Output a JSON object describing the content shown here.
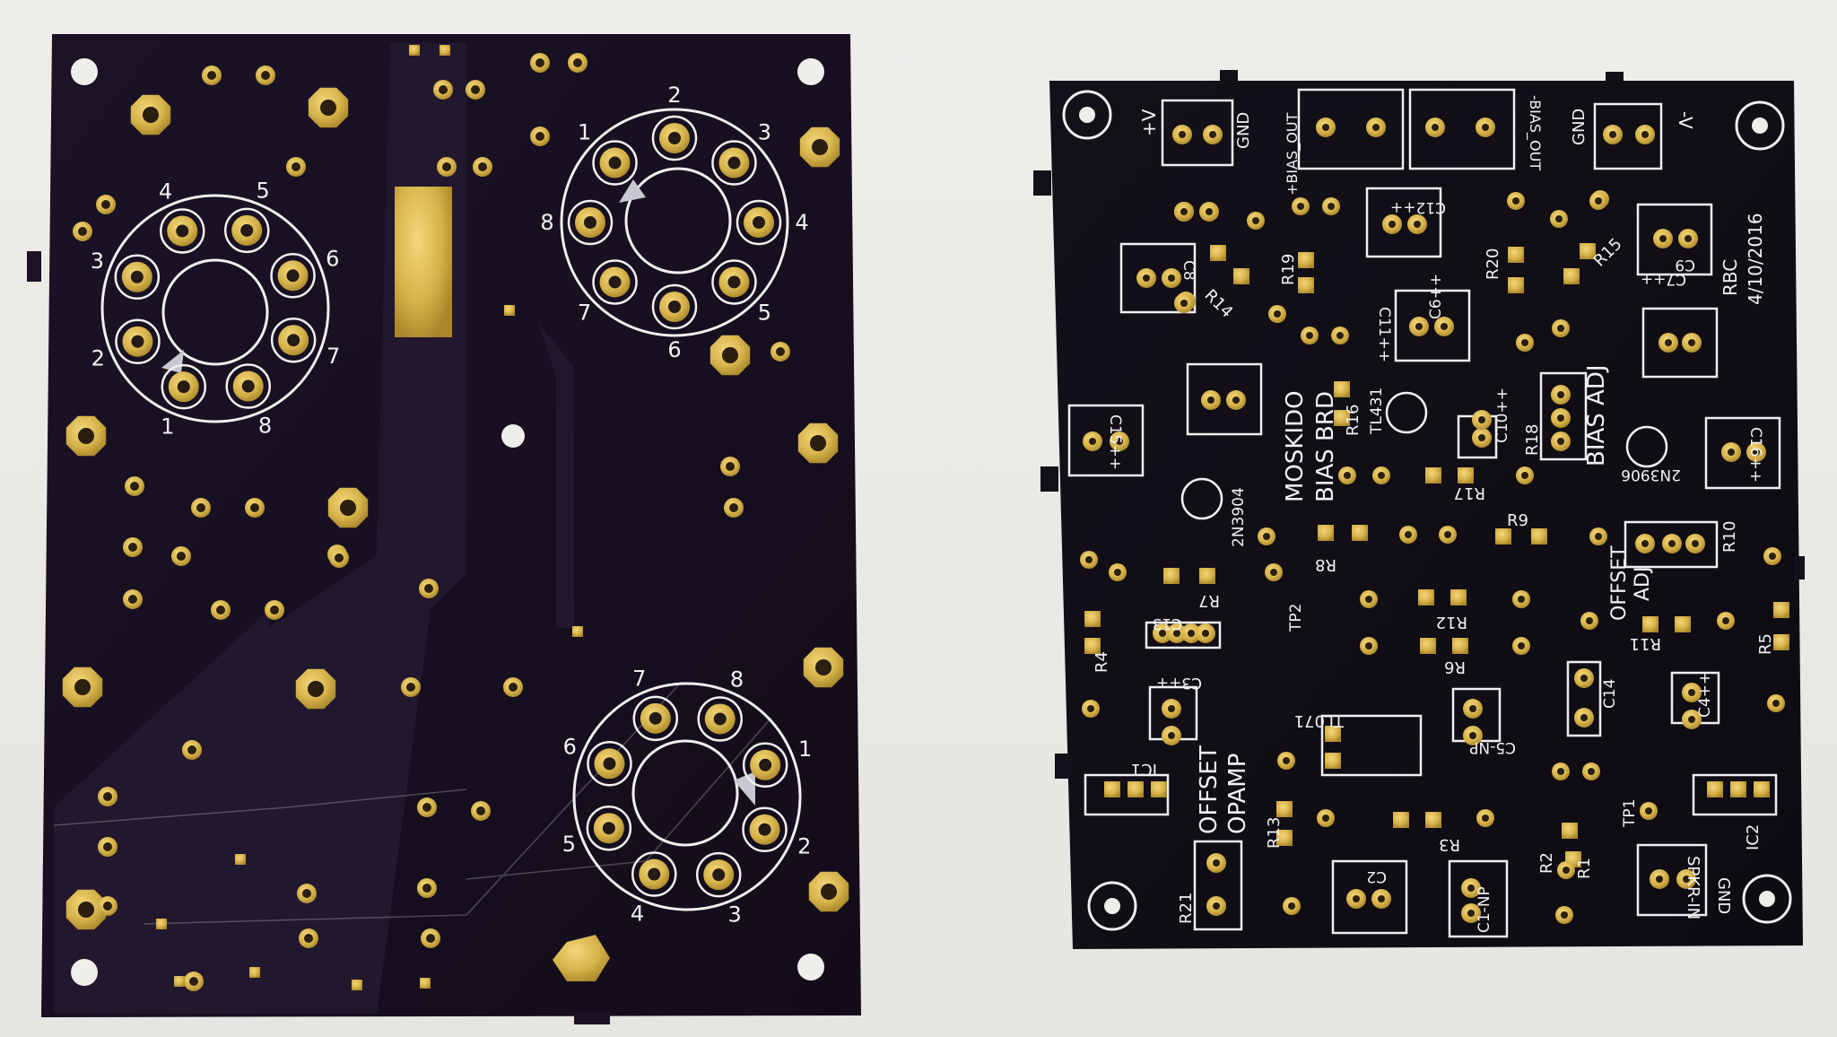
{
  "colors": {
    "background": "#ebeae6",
    "board": "#16101f",
    "board_trace": "#241a33",
    "silkscreen": "#f2f2f2",
    "gold": "#d6b24a",
    "gold_dark": "#a9862a"
  },
  "left_board": {
    "socket_top_left": {
      "pins": [
        "1",
        "2",
        "3",
        "4",
        "5",
        "6",
        "7",
        "8"
      ]
    },
    "socket_top_right": {
      "pins": [
        "1",
        "2",
        "3",
        "4",
        "5",
        "6",
        "7",
        "8"
      ]
    },
    "socket_bottom": {
      "pins": [
        "1",
        "2",
        "3",
        "4",
        "5",
        "6",
        "7",
        "8"
      ]
    }
  },
  "right_board": {
    "title_line1": "MOSKIDO",
    "title_line2": "BIAS BRD",
    "credit_line1": "RBC",
    "credit_line2": "4/10/2016",
    "bias_adj": "BIAS ADJ",
    "offset_adj_1": "OFFSET",
    "offset_adj_2": "ADJ",
    "offset_opamp_1": "OFFSET",
    "offset_opamp_2": "OPAMP",
    "plus_v": "+V",
    "minus_v": "-V",
    "gnd": "GND",
    "plus_bias_out": "+BIAS_OUT",
    "minus_bias_out": "-BIAS_OUT",
    "spkr_in": "SPKR-IN",
    "tl431": "TL431",
    "tl071": "TL071",
    "q_2n3904": "2N3904",
    "q_2n3906": "2N3906",
    "tp1": "TP1",
    "tp2": "TP2",
    "ic1": "IC1",
    "ic2": "IC2",
    "resistors": [
      "R1",
      "R2",
      "R3",
      "R4",
      "R5",
      "R6",
      "R7",
      "R8",
      "R9",
      "R10",
      "R11",
      "R12",
      "R13",
      "R14",
      "R15",
      "R16",
      "R17",
      "R18",
      "R19",
      "R20",
      "R21"
    ],
    "capacitors": {
      "c1": "C1-NP",
      "c2": "C2",
      "c3": "C3++",
      "c4": "C4++",
      "c5": "C5-NP",
      "c6": "C6++",
      "c7": "C7++",
      "c8": "C8",
      "c9": "C9",
      "c10": "C10++",
      "c11": "C11++",
      "c12": "C12++",
      "c13": "C13",
      "c14": "C14",
      "c15": "C15++",
      "c16": "C16++"
    }
  }
}
